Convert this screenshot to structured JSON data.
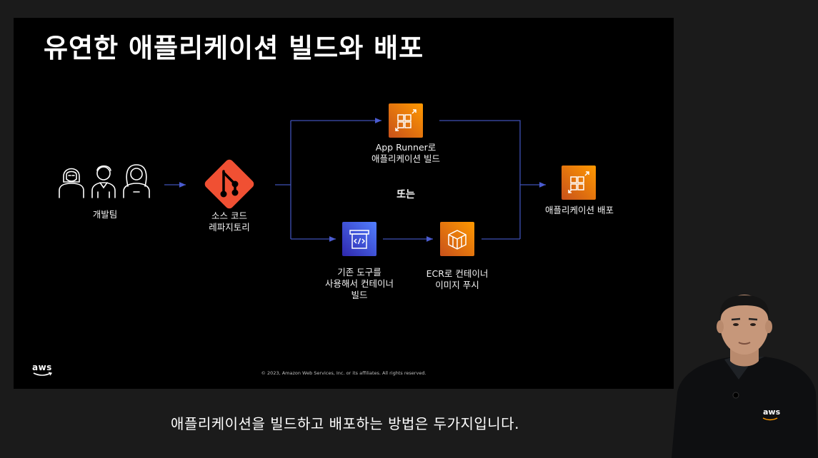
{
  "slide": {
    "title": "유연한 애플리케이션 빌드와 배포",
    "copyright": "© 2023, Amazon Web Services, Inc. or its affiliates. All rights reserved.",
    "logo_text": "aws"
  },
  "diagram": {
    "dev_team_label": "개발팀",
    "repo_label_line1": "소스 코드",
    "repo_label_line2": "레파지토리",
    "app_runner_label_line1": "App Runner로",
    "app_runner_label_line2": "애플리케이션 빌드",
    "or_label": "또는",
    "existing_tools_line1": "기존 도구를",
    "existing_tools_line2": "사용해서 컨테이너",
    "existing_tools_line3": "빌드",
    "ecr_line1": "ECR로 컨테이너",
    "ecr_line2": "이미지 푸시",
    "deploy_label": "애플리케이션 배포"
  },
  "subtitle": "애플리케이션을 빌드하고 배포하는 방법은 두가지입니다.",
  "presenter": {
    "shirt_logo": "aws"
  },
  "colors": {
    "slide_bg": "#000000",
    "outer_bg": "#1b1b1b",
    "orange_from": "#c8511b",
    "orange_to": "#ff9900",
    "blue_from": "#2e27ad",
    "blue_to": "#527fff",
    "git_red": "#f05033",
    "arrow_blue": "#3f51b5"
  }
}
